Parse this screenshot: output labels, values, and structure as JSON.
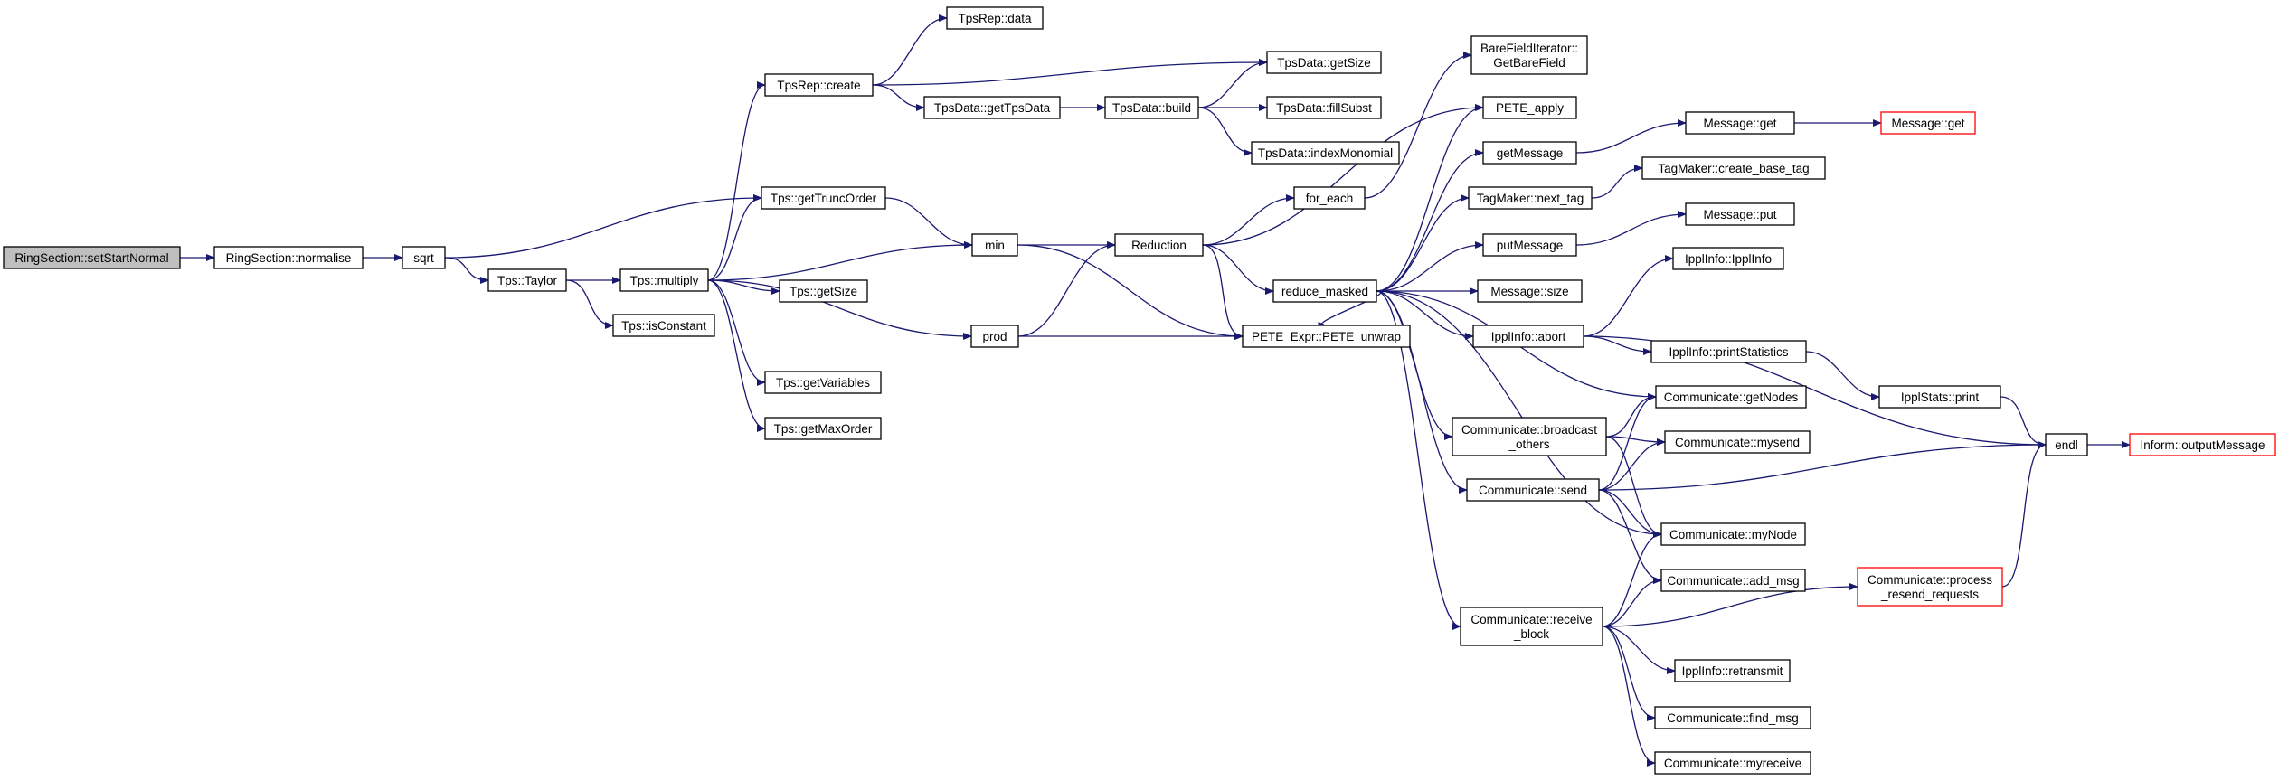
{
  "graph": {
    "colors": {
      "edge": "#191970",
      "node_border": "#000000",
      "node_fill": "#ffffff",
      "truncated_border": "#ff0000",
      "root_fill": "#bfbfbf"
    },
    "nodes": [
      {
        "id": "setStartNormal",
        "lines": [
          "RingSection::setStartNormal"
        ],
        "style": "root"
      },
      {
        "id": "normalise",
        "lines": [
          "RingSection::normalise"
        ],
        "style": "normal"
      },
      {
        "id": "sqrt",
        "lines": [
          "sqrt"
        ],
        "style": "normal"
      },
      {
        "id": "taylor",
        "lines": [
          "Tps::Taylor"
        ],
        "style": "normal"
      },
      {
        "id": "isConstant",
        "lines": [
          "Tps::isConstant"
        ],
        "style": "normal"
      },
      {
        "id": "multiply",
        "lines": [
          "Tps::multiply"
        ],
        "style": "normal"
      },
      {
        "id": "tpsRepData",
        "lines": [
          "TpsRep::data"
        ],
        "style": "normal"
      },
      {
        "id": "tpsRepCreate",
        "lines": [
          "TpsRep::create"
        ],
        "style": "normal"
      },
      {
        "id": "getTruncOrder",
        "lines": [
          "Tps::getTruncOrder"
        ],
        "style": "normal"
      },
      {
        "id": "getSizeTps",
        "lines": [
          "Tps::getSize"
        ],
        "style": "normal"
      },
      {
        "id": "getVariables",
        "lines": [
          "Tps::getVariables"
        ],
        "style": "normal"
      },
      {
        "id": "getMaxOrder",
        "lines": [
          "Tps::getMaxOrder"
        ],
        "style": "normal"
      },
      {
        "id": "getTpsData",
        "lines": [
          "TpsData::getTpsData"
        ],
        "style": "normal"
      },
      {
        "id": "tpsDataBuild",
        "lines": [
          "TpsData::build"
        ],
        "style": "normal"
      },
      {
        "id": "tpsDataGetSize",
        "lines": [
          "TpsData::getSize"
        ],
        "style": "normal"
      },
      {
        "id": "fillSubst",
        "lines": [
          "TpsData::fillSubst"
        ],
        "style": "normal"
      },
      {
        "id": "indexMonomial",
        "lines": [
          "TpsData::indexMonomial"
        ],
        "style": "normal"
      },
      {
        "id": "min",
        "lines": [
          "min"
        ],
        "style": "normal"
      },
      {
        "id": "prod",
        "lines": [
          "prod"
        ],
        "style": "normal"
      },
      {
        "id": "reduction",
        "lines": [
          "Reduction"
        ],
        "style": "normal"
      },
      {
        "id": "forEach",
        "lines": [
          "for_each"
        ],
        "style": "normal"
      },
      {
        "id": "bareField",
        "lines": [
          "BareFieldIterator::",
          "GetBareField"
        ],
        "style": "normal"
      },
      {
        "id": "peteApply",
        "lines": [
          "PETE_apply"
        ],
        "style": "normal"
      },
      {
        "id": "peteUnwrap",
        "lines": [
          "PETE_Expr::PETE_unwrap"
        ],
        "style": "normal"
      },
      {
        "id": "reduceMasked",
        "lines": [
          "reduce_masked"
        ],
        "style": "normal"
      },
      {
        "id": "getMessage",
        "lines": [
          "getMessage"
        ],
        "style": "normal"
      },
      {
        "id": "messageGet",
        "lines": [
          "Message::get"
        ],
        "style": "normal"
      },
      {
        "id": "messageGetRed",
        "lines": [
          "Message::get"
        ],
        "style": "truncated"
      },
      {
        "id": "nextTag",
        "lines": [
          "TagMaker::next_tag"
        ],
        "style": "normal"
      },
      {
        "id": "createBaseTag",
        "lines": [
          "TagMaker::create_base_tag"
        ],
        "style": "normal"
      },
      {
        "id": "putMessage",
        "lines": [
          "putMessage"
        ],
        "style": "normal"
      },
      {
        "id": "messagePut",
        "lines": [
          "Message::put"
        ],
        "style": "normal"
      },
      {
        "id": "messageSize",
        "lines": [
          "Message::size"
        ],
        "style": "normal"
      },
      {
        "id": "ipplInfoCtor",
        "lines": [
          "IpplInfo::IpplInfo"
        ],
        "style": "normal"
      },
      {
        "id": "ipplAbort",
        "lines": [
          "IpplInfo::abort"
        ],
        "style": "normal"
      },
      {
        "id": "printStatistics",
        "lines": [
          "IpplInfo::printStatistics"
        ],
        "style": "normal"
      },
      {
        "id": "ipplStatsPrint",
        "lines": [
          "IpplStats::print"
        ],
        "style": "normal"
      },
      {
        "id": "getNodes",
        "lines": [
          "Communicate::getNodes"
        ],
        "style": "normal"
      },
      {
        "id": "broadcastOthers",
        "lines": [
          "Communicate::broadcast",
          "_others"
        ],
        "style": "normal"
      },
      {
        "id": "mysend",
        "lines": [
          "Communicate::mysend"
        ],
        "style": "normal"
      },
      {
        "id": "send",
        "lines": [
          "Communicate::send"
        ],
        "style": "normal"
      },
      {
        "id": "myNode",
        "lines": [
          "Communicate::myNode"
        ],
        "style": "normal"
      },
      {
        "id": "addMsg",
        "lines": [
          "Communicate::add_msg"
        ],
        "style": "normal"
      },
      {
        "id": "receiveBlock",
        "lines": [
          "Communicate::receive",
          "_block"
        ],
        "style": "normal"
      },
      {
        "id": "retransmit",
        "lines": [
          "IpplInfo::retransmit"
        ],
        "style": "normal"
      },
      {
        "id": "findMsg",
        "lines": [
          "Communicate::find_msg"
        ],
        "style": "normal"
      },
      {
        "id": "myreceive",
        "lines": [
          "Communicate::myreceive"
        ],
        "style": "normal"
      },
      {
        "id": "processResend",
        "lines": [
          "Communicate::process",
          "_resend_requests"
        ],
        "style": "truncated"
      },
      {
        "id": "endl",
        "lines": [
          "endl"
        ],
        "style": "normal"
      },
      {
        "id": "outputMessage",
        "lines": [
          "Inform::outputMessage"
        ],
        "style": "truncated"
      }
    ],
    "edges": [
      [
        "setStartNormal",
        "normalise"
      ],
      [
        "normalise",
        "sqrt"
      ],
      [
        "sqrt",
        "getTruncOrder"
      ],
      [
        "sqrt",
        "taylor"
      ],
      [
        "taylor",
        "multiply"
      ],
      [
        "taylor",
        "isConstant"
      ],
      [
        "multiply",
        "tpsRepCreate"
      ],
      [
        "multiply",
        "getTruncOrder"
      ],
      [
        "multiply",
        "min"
      ],
      [
        "multiply",
        "getSizeTps"
      ],
      [
        "multiply",
        "prod"
      ],
      [
        "multiply",
        "getVariables"
      ],
      [
        "multiply",
        "getMaxOrder"
      ],
      [
        "tpsRepCreate",
        "tpsRepData"
      ],
      [
        "tpsRepCreate",
        "tpsDataGetSize"
      ],
      [
        "tpsRepCreate",
        "getTpsData"
      ],
      [
        "getTpsData",
        "tpsDataBuild"
      ],
      [
        "tpsDataBuild",
        "tpsDataGetSize"
      ],
      [
        "tpsDataBuild",
        "fillSubst"
      ],
      [
        "tpsDataBuild",
        "indexMonomial"
      ],
      [
        "getTruncOrder",
        "min"
      ],
      [
        "min",
        "reduction"
      ],
      [
        "min",
        "peteUnwrap"
      ],
      [
        "prod",
        "reduction"
      ],
      [
        "prod",
        "peteUnwrap"
      ],
      [
        "reduction",
        "forEach"
      ],
      [
        "reduction",
        "peteApply"
      ],
      [
        "reduction",
        "reduceMasked"
      ],
      [
        "reduction",
        "peteUnwrap"
      ],
      [
        "forEach",
        "bareField"
      ],
      [
        "reduceMasked",
        "peteApply"
      ],
      [
        "reduceMasked",
        "getMessage"
      ],
      [
        "reduceMasked",
        "nextTag"
      ],
      [
        "reduceMasked",
        "putMessage"
      ],
      [
        "reduceMasked",
        "messageSize"
      ],
      [
        "reduceMasked",
        "ipplAbort"
      ],
      [
        "reduceMasked",
        "getNodes"
      ],
      [
        "reduceMasked",
        "broadcastOthers"
      ],
      [
        "reduceMasked",
        "send"
      ],
      [
        "reduceMasked",
        "myNode"
      ],
      [
        "reduceMasked",
        "receiveBlock"
      ],
      [
        "reduceMasked",
        "peteUnwrap"
      ],
      [
        "getMessage",
        "messageGet"
      ],
      [
        "messageGet",
        "messageGetRed"
      ],
      [
        "nextTag",
        "createBaseTag"
      ],
      [
        "putMessage",
        "messagePut"
      ],
      [
        "ipplAbort",
        "ipplInfoCtor"
      ],
      [
        "ipplAbort",
        "printStatistics"
      ],
      [
        "ipplAbort",
        "endl"
      ],
      [
        "printStatistics",
        "ipplStatsPrint"
      ],
      [
        "ipplStatsPrint",
        "endl"
      ],
      [
        "broadcastOthers",
        "getNodes"
      ],
      [
        "broadcastOthers",
        "mysend"
      ],
      [
        "broadcastOthers",
        "myNode"
      ],
      [
        "send",
        "getNodes"
      ],
      [
        "send",
        "mysend"
      ],
      [
        "send",
        "myNode"
      ],
      [
        "send",
        "addMsg"
      ],
      [
        "send",
        "endl"
      ],
      [
        "receiveBlock",
        "myNode"
      ],
      [
        "receiveBlock",
        "addMsg"
      ],
      [
        "receiveBlock",
        "processResend"
      ],
      [
        "receiveBlock",
        "retransmit"
      ],
      [
        "receiveBlock",
        "findMsg"
      ],
      [
        "receiveBlock",
        "myreceive"
      ],
      [
        "processResend",
        "endl"
      ],
      [
        "endl",
        "outputMessage"
      ]
    ]
  }
}
